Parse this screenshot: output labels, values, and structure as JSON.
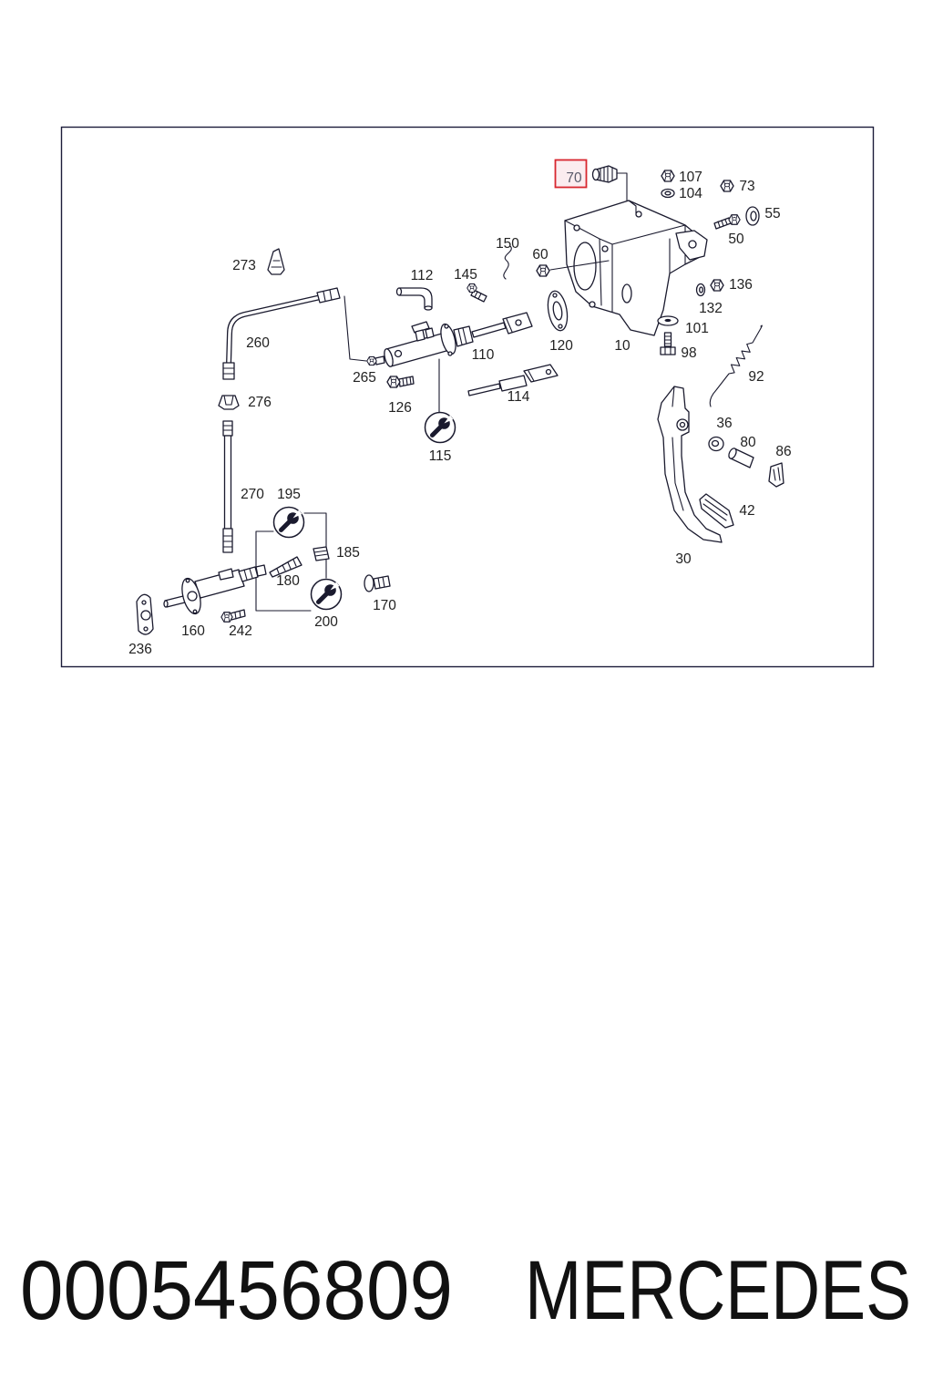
{
  "diagram": {
    "highlighted_label": "70",
    "labels": [
      "107",
      "104",
      "73",
      "55",
      "50",
      "150",
      "60",
      "273",
      "112",
      "145",
      "136",
      "132",
      "120",
      "10",
      "101",
      "98",
      "260",
      "110",
      "265",
      "92",
      "114",
      "276",
      "126",
      "36",
      "80",
      "86",
      "115",
      "270",
      "195",
      "42",
      "185",
      "30",
      "180",
      "170",
      "200",
      "160",
      "242",
      "236"
    ]
  },
  "footer": {
    "part_number": "0005456809",
    "brand": "MERCEDES"
  },
  "colors": {
    "line": "#1a1a2e",
    "frame": "#1c1c3a",
    "highlight": "#d8262e",
    "text": "#222222"
  },
  "icons": [
    "wrench-icon"
  ]
}
